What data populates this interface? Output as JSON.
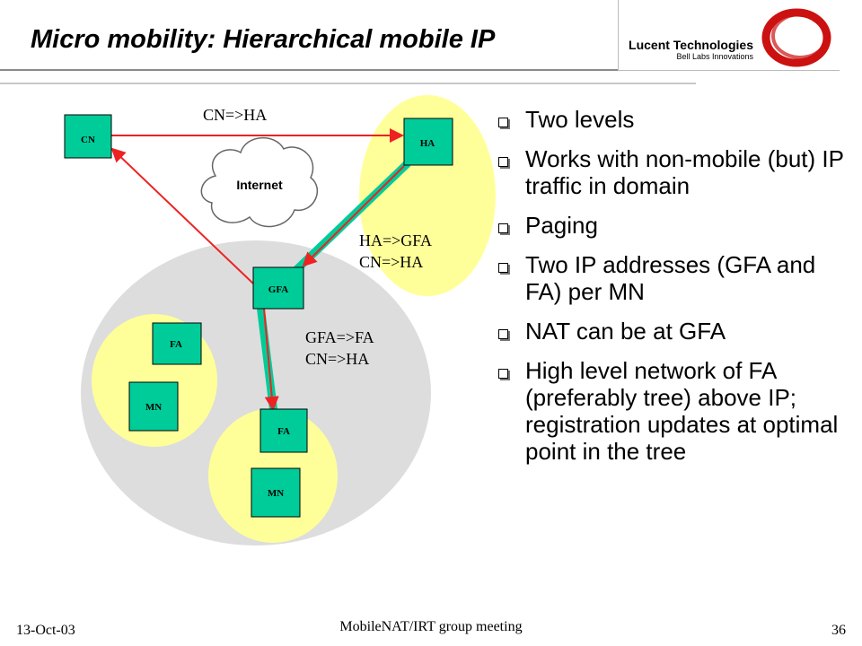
{
  "title": "Micro mobility: Hierarchical mobile IP",
  "brand": {
    "name": "Lucent Technologies",
    "tagline": "Bell Labs Innovations"
  },
  "diagram": {
    "nodes": {
      "cn": "CN",
      "ha": "HA",
      "gfa": "GFA",
      "fa1": "FA",
      "mn1": "MN",
      "fa2": "FA",
      "mn2": "MN",
      "internet": "Internet"
    },
    "labels": {
      "cn_ha": "CN=>HA",
      "ha_gfa_1": "HA=>GFA",
      "ha_gfa_2": "CN=>HA",
      "gfa_fa_1": "GFA=>FA",
      "gfa_fa_2": "CN=>HA"
    },
    "colors": {
      "node": "#00cc99",
      "region": "#ffff99",
      "domain": "#dddddd",
      "arrow": "#ee2222"
    }
  },
  "bullets": [
    "Two levels",
    "Works with non-mobile (but) IP traffic in domain",
    "Paging",
    "Two IP addresses (GFA and FA) per MN",
    "NAT can be at GFA",
    "High level network of FA (preferably tree) above IP; registration updates at optimal point in the tree"
  ],
  "footer": {
    "date": "13-Oct-03",
    "center": "MobileNAT/IRT group meeting",
    "page": "36"
  }
}
